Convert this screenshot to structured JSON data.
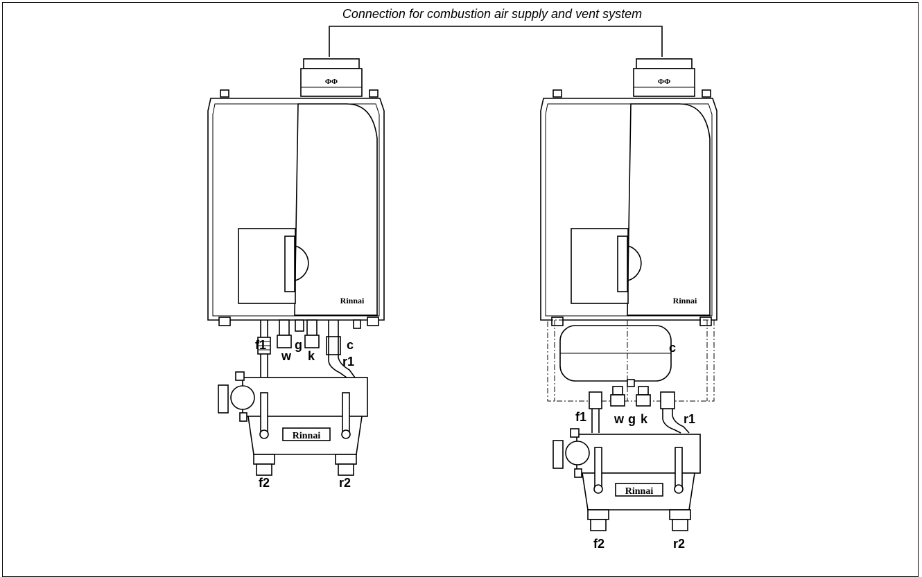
{
  "caption": "Connection  for combustion air supply and vent system",
  "left_unit": {
    "cover_logo": "Rinnai",
    "manifold_logo": "Rinnai",
    "flue_mark": "ΦΦ",
    "labels": {
      "f1": "f1",
      "w": "w",
      "g": "g",
      "k": "k",
      "r1": "r1",
      "c": "c",
      "f2": "f2",
      "r2": "r2"
    }
  },
  "right_unit": {
    "cover_logo": "Rinnai",
    "manifold_logo": "Rinnai",
    "flue_mark": "ΦΦ",
    "labels": {
      "c": "c",
      "f1": "f1",
      "w": "w",
      "g": "g",
      "k": "k",
      "r1": "r1",
      "f2": "f2",
      "r2": "r2"
    }
  }
}
